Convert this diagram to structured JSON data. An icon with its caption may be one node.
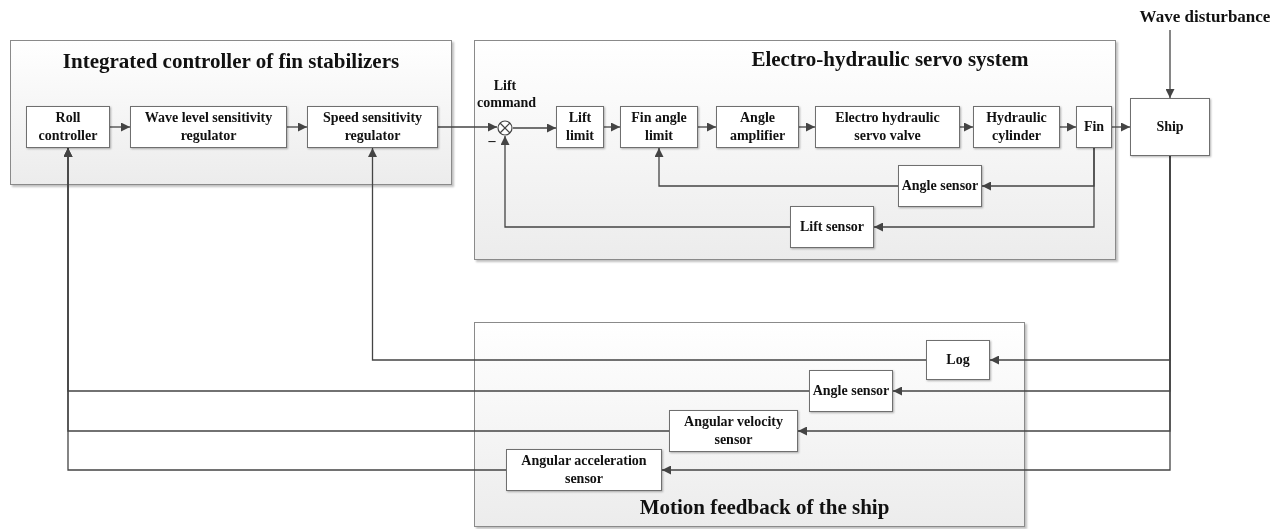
{
  "diagram": {
    "nodes": [
      {
        "text": [
          "Integrated controller of fin stabilizers"
        ]
      },
      {
        "text": [
          "Roll controller"
        ],
        "in": 0
      },
      {
        "text": [
          "Wave level sensitivity regulator"
        ],
        "in": 0
      },
      {
        "text": [
          "Speed sensitivity regulator"
        ],
        "in": 0
      },
      {
        "text": [
          "Electro-hydraulic servo system"
        ]
      },
      {
        "text": [],
        "shape": "circle",
        "in": 4,
        "beside": [
          "Lift command",
          "_"
        ]
      },
      {
        "text": [
          "Lift limit"
        ],
        "in": 4
      },
      {
        "text": [
          "Fin angle limit"
        ],
        "in": 4
      },
      {
        "text": [
          "Angle amplifier"
        ],
        "in": 4
      },
      {
        "text": [
          "Electro hydraulic servo valve"
        ],
        "in": 4
      },
      {
        "text": [
          "Hydraulic cylinder"
        ],
        "in": 4
      },
      {
        "text": [
          "Fin"
        ],
        "in": 4
      },
      {
        "text": [
          "Angle sensor"
        ],
        "in": 4
      },
      {
        "text": [
          "Lift sensor"
        ],
        "in": 4
      },
      {
        "text": [
          "Ship"
        ]
      },
      {
        "text": [
          "Wave disturbance"
        ]
      },
      {
        "text": [
          "Motion feedback of the ship"
        ]
      },
      {
        "text": [
          "Log"
        ],
        "in": 16
      },
      {
        "text": [
          "Angle sensor"
        ],
        "in": 16
      },
      {
        "text": [
          "Angular velocity sensor"
        ],
        "in": 16
      },
      {
        "text": [
          "Angular acceleration sensor"
        ],
        "in": 16
      }
    ],
    "edges": [
      {
        "from": 1,
        "to": 2,
        "arrow": "to"
      },
      {
        "from": 2,
        "to": 3,
        "arrow": "to"
      },
      {
        "from": 3,
        "to": 5,
        "arrow": "to"
      },
      {
        "from": 5,
        "to": 6,
        "arrow": "to"
      },
      {
        "from": 6,
        "to": 7,
        "arrow": "to"
      },
      {
        "from": 7,
        "to": 8,
        "arrow": "to"
      },
      {
        "from": 8,
        "to": 9,
        "arrow": "to"
      },
      {
        "from": 9,
        "to": 10,
        "arrow": "to"
      },
      {
        "from": 10,
        "to": 11,
        "arrow": "to"
      },
      {
        "from": 11,
        "to": 14,
        "arrow": "to"
      },
      {
        "from": 15,
        "to": 14,
        "arrow": "to"
      },
      {
        "from": 11,
        "to": 12,
        "arrow": "to"
      },
      {
        "from": 12,
        "to": 7,
        "arrow": "to"
      },
      {
        "from": 11,
        "to": 13,
        "arrow": "to"
      },
      {
        "from": 13,
        "to": 5,
        "arrow": "to"
      },
      {
        "from": 14,
        "to": 17,
        "arrow": "to"
      },
      {
        "from": 14,
        "to": 18,
        "arrow": "to"
      },
      {
        "from": 14,
        "to": 19,
        "arrow": "to"
      },
      {
        "from": 14,
        "to": 20,
        "arrow": "to"
      },
      {
        "from": 17,
        "to": 3,
        "arrow": "to"
      },
      {
        "from": 18,
        "to": 1,
        "arrow": "to"
      },
      {
        "from": 19,
        "to": 1,
        "arrow": "to"
      },
      {
        "from": 20,
        "to": 1,
        "arrow": "to"
      }
    ]
  }
}
